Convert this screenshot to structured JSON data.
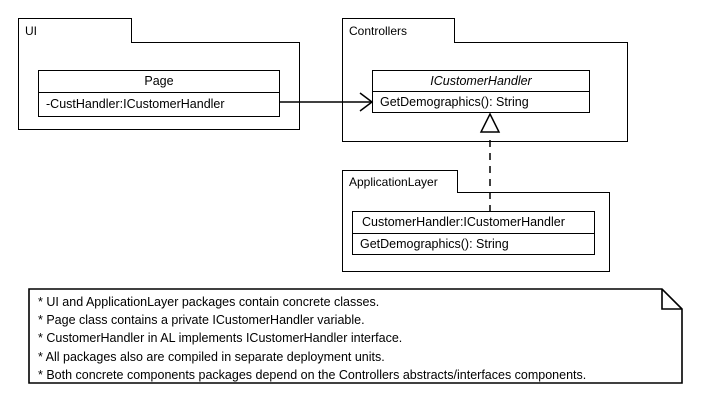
{
  "diagram": {
    "type": "uml-package-class-diagram",
    "packages": [
      {
        "id": "ui",
        "name": "UI",
        "classes": [
          {
            "id": "page",
            "name": "Page",
            "stereotype": "class",
            "members": [
              "-CustHandler:ICustomerHandler"
            ]
          }
        ]
      },
      {
        "id": "controllers",
        "name": "Controllers",
        "classes": [
          {
            "id": "icustomerhandler",
            "name": "ICustomerHandler",
            "stereotype": "interface",
            "members": [
              "GetDemographics(): String"
            ]
          }
        ]
      },
      {
        "id": "applicationlayer",
        "name": "ApplicationLayer",
        "classes": [
          {
            "id": "customerhandler",
            "name": "CustomerHandler:ICustomerHandler",
            "stereotype": "class",
            "members": [
              "GetDemographics(): String"
            ]
          }
        ]
      }
    ],
    "relationships": [
      {
        "id": "page-to-interface",
        "kind": "association",
        "line": "solid",
        "arrowhead": "open",
        "from": "page",
        "to": "icustomerhandler"
      },
      {
        "id": "handler-realizes-interface",
        "kind": "realization",
        "line": "dashed",
        "arrowhead": "hollow-triangle",
        "from": "customerhandler",
        "to": "icustomerhandler"
      }
    ],
    "note": {
      "id": "diagram-note",
      "lines": [
        "* UI and ApplicationLayer packages contain concrete classes.",
        "* Page class contains a private ICustomerHandler variable.",
        "* CustomerHandler in AL implements ICustomerHandler interface.",
        "* All packages also are compiled in separate deployment units.",
        "* Both concrete components packages depend on the Controllers abstracts/interfaces components."
      ]
    },
    "colors": {
      "stroke": "#000000",
      "fill": "#ffffff",
      "text": "#000000"
    }
  }
}
